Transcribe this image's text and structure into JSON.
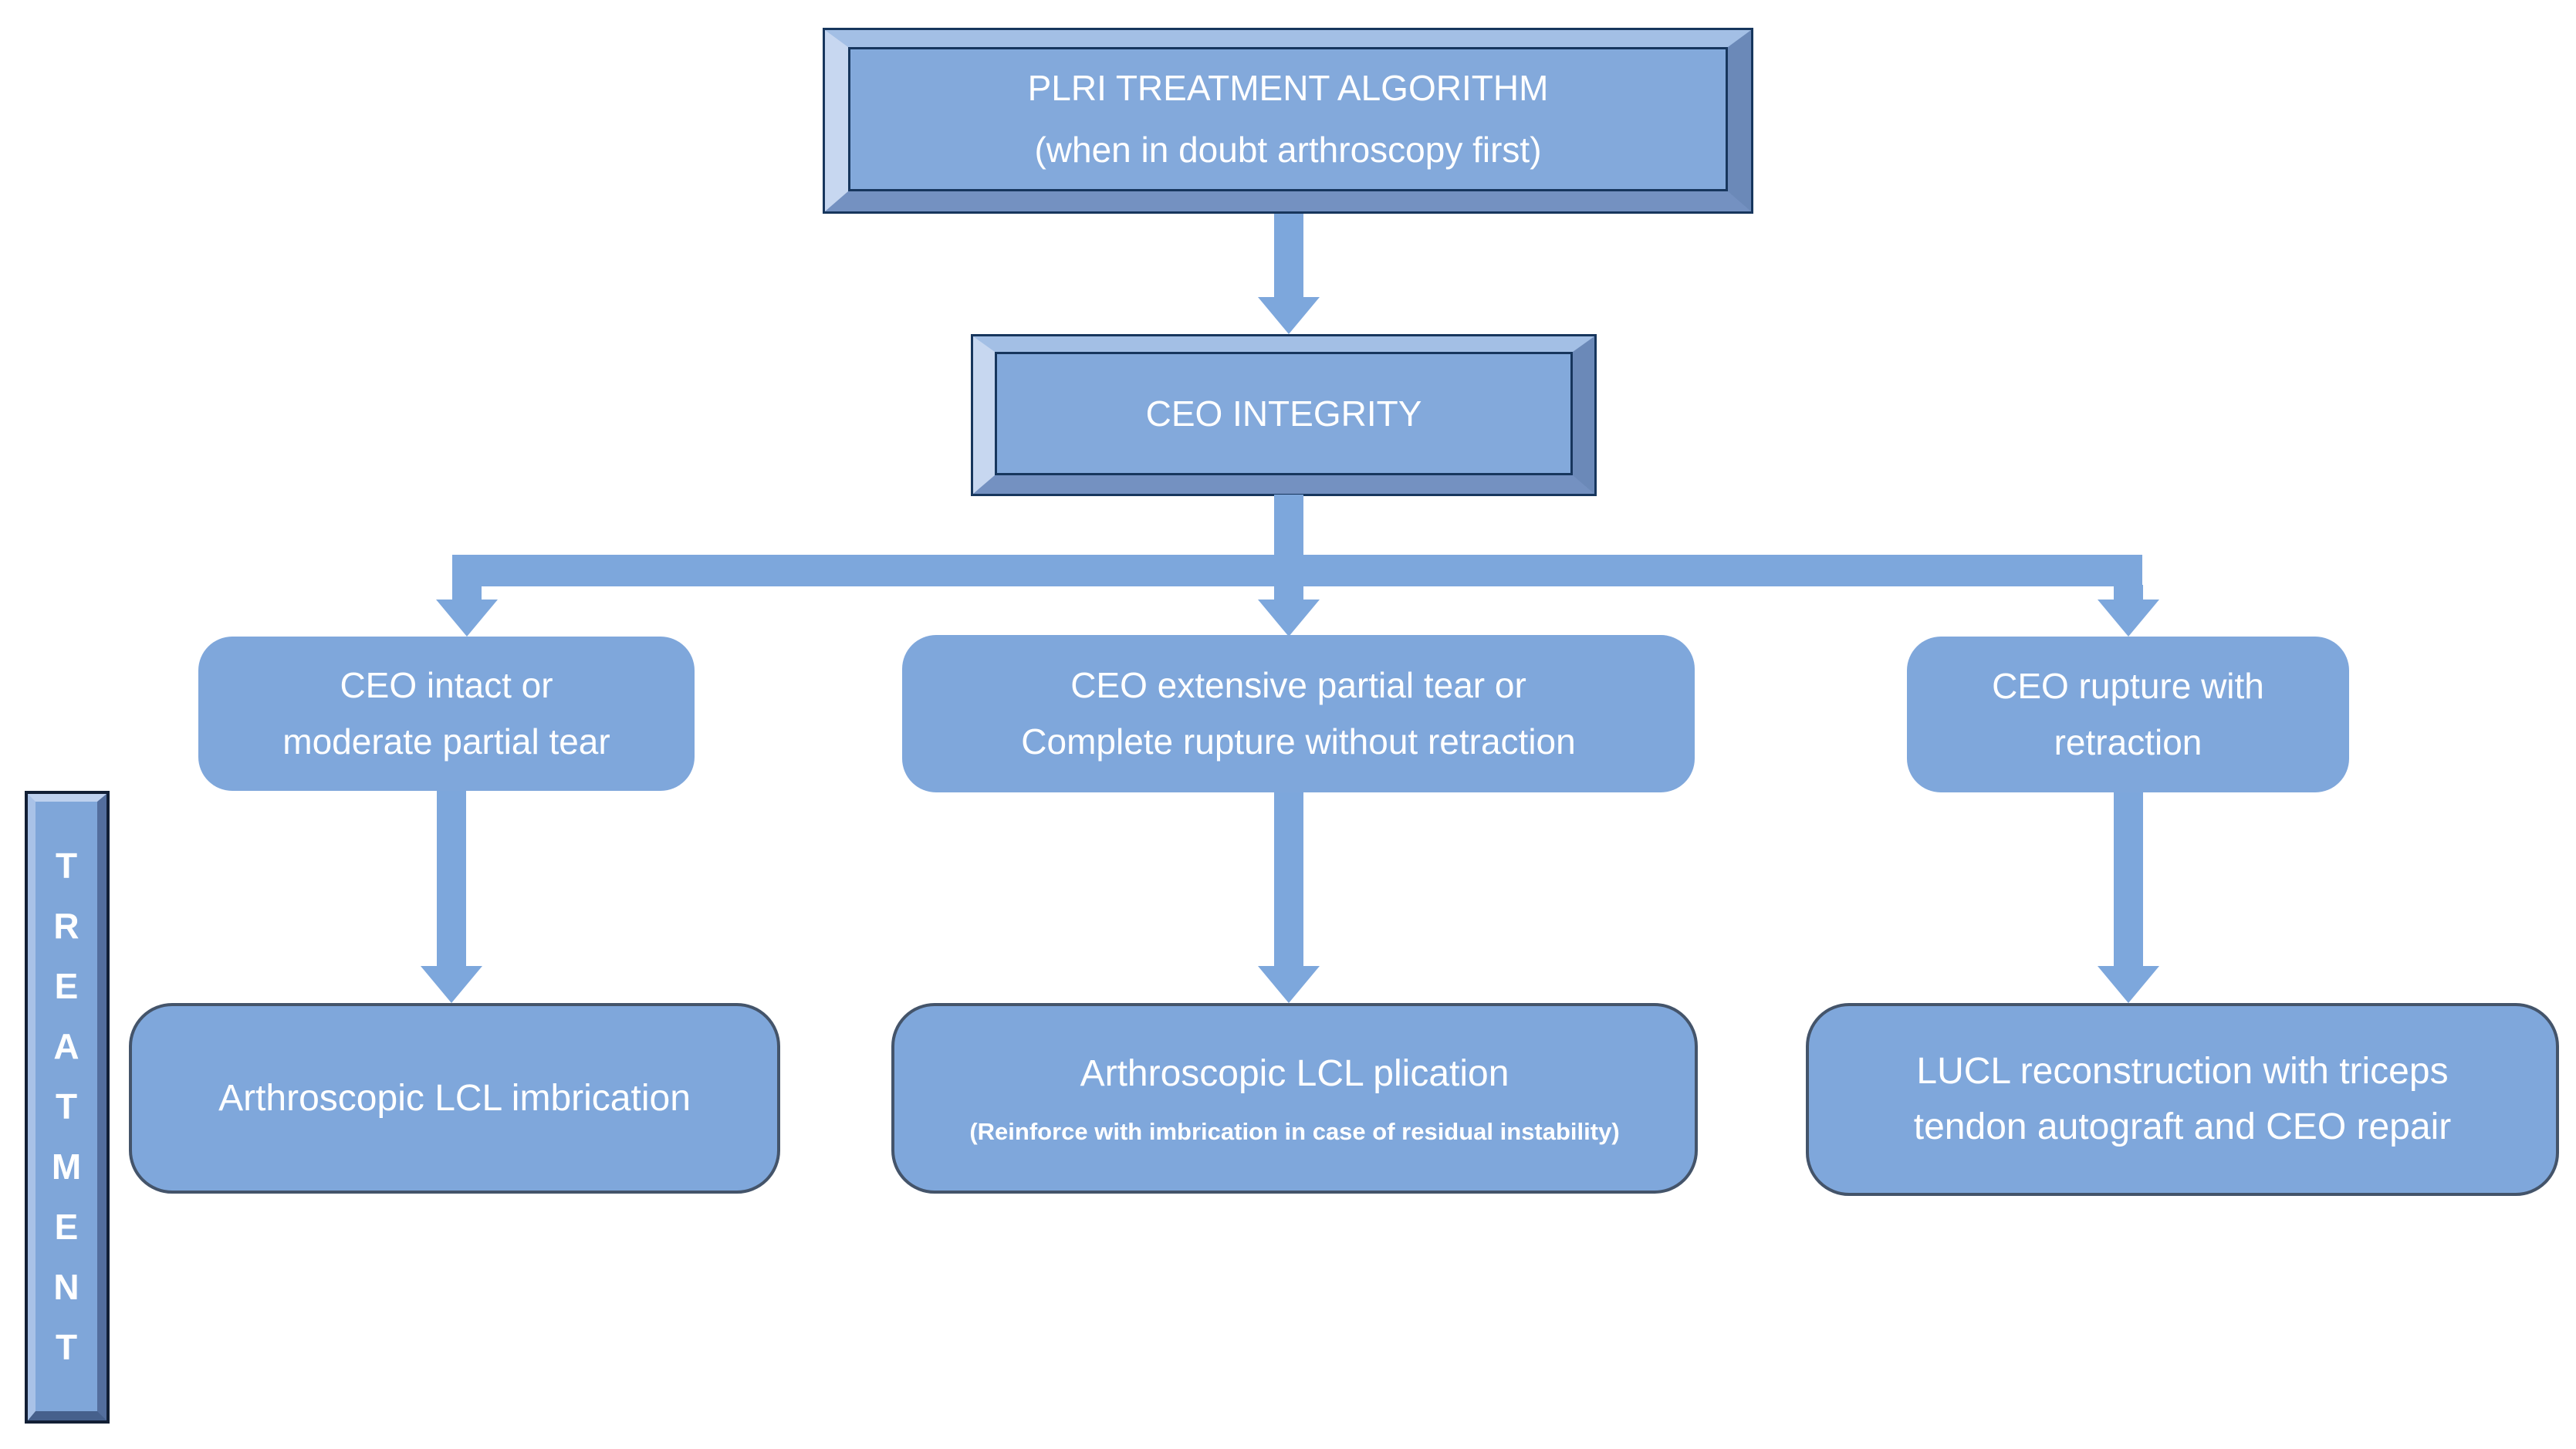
{
  "diagram": {
    "title_box": {
      "line1": "PLRI TREATMENT ALGORITHM",
      "line2": "(when in doubt arthroscopy first)"
    },
    "decision_box": {
      "label": "CEO INTEGRITY"
    },
    "sidebar": {
      "vertical_label": "TREATMENT",
      "letters": "T\nR\nE\nA\nT\nM\nE\nN\nT"
    },
    "branches": [
      {
        "condition": "CEO intact or\nmoderate partial tear",
        "treatment": "Arthroscopic LCL imbrication",
        "note": ""
      },
      {
        "condition": "CEO extensive partial tear or\nComplete rupture without retraction",
        "treatment": "Arthroscopic LCL plication",
        "note": "(Reinforce with imbrication in case of residual instability)"
      },
      {
        "condition": "CEO rupture with\nretraction",
        "treatment": "LUCL reconstruction with triceps\ntendon autograft and CEO repair",
        "note": ""
      }
    ],
    "colors": {
      "node_fill": "#7fa7db",
      "bevel_face": "#83a9db",
      "bevel_outline": "#17365d",
      "arrow": "#7da7dc",
      "treatment_box_border": "#44546a",
      "text": "#ffffff"
    }
  }
}
